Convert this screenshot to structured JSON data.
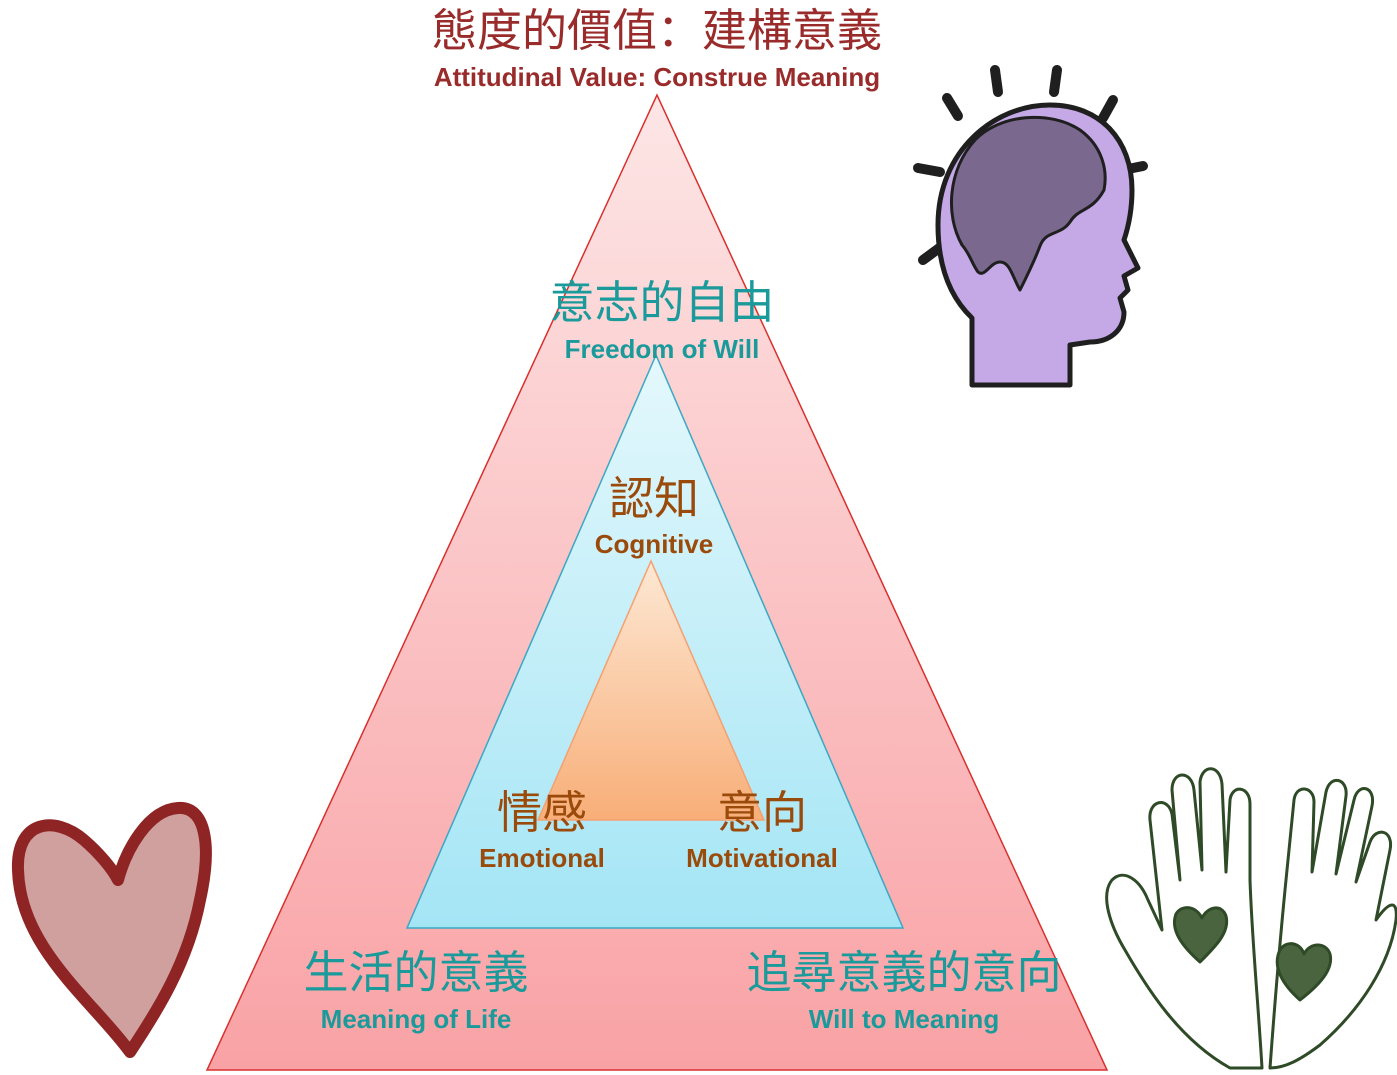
{
  "colors": {
    "attitude": "#9a2b2b",
    "freedom": "#1a9a9a",
    "inner": "#9a4a0a",
    "outer_top": "#fde3e3",
    "outer_bottom": "#f9a4a6",
    "middle_top": "#e0f7fb",
    "middle_bottom": "#a8e6f4",
    "core_top": "#fde6cf",
    "core_bottom": "#f9b37e"
  },
  "title": {
    "zh": "態度的價值：建構意義",
    "en": "Attitudinal Value: Construe Meaning"
  },
  "outer_corners": {
    "top": {
      "zh": "意志的自由",
      "en": "Freedom of Will"
    },
    "left": {
      "zh": "生活的意義",
      "en": "Meaning of Life"
    },
    "right": {
      "zh": "追尋意義的意向",
      "en": "Will to Meaning"
    }
  },
  "inner_corners": {
    "top": {
      "zh": "認知",
      "en": "Cognitive"
    },
    "left": {
      "zh": "情感",
      "en": "Emotional"
    },
    "right": {
      "zh": "意向",
      "en": "Motivational"
    }
  },
  "icons": {
    "head": "thinking-head-icon",
    "heart": "heart-icon",
    "hands": "open-hands-heart-icon"
  }
}
